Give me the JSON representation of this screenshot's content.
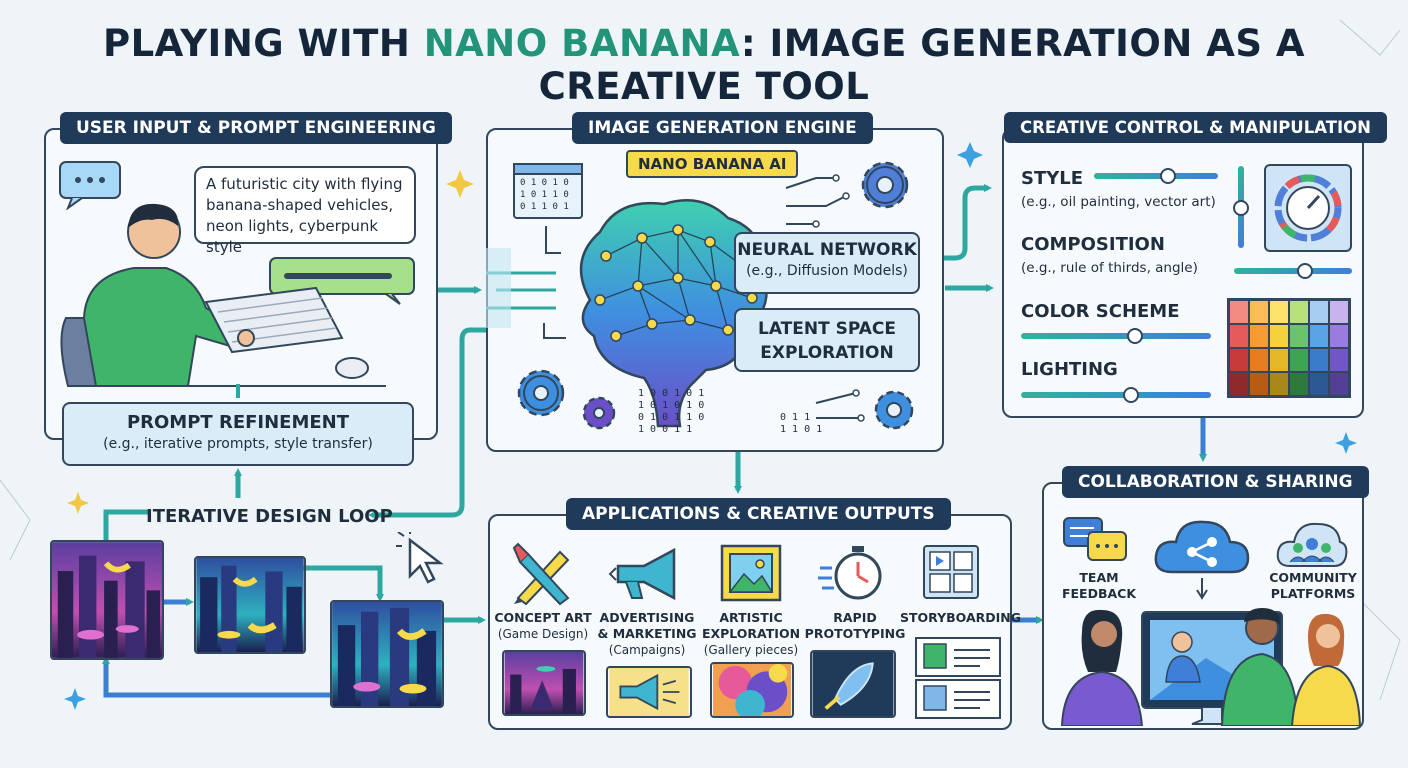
{
  "title": {
    "part1": "PLAYING WITH ",
    "highlight": "NANO BANANA",
    "part2": ": IMAGE GENERATION AS A CREATIVE TOOL"
  },
  "colors": {
    "navy": "#203a5a",
    "accent_green": "#23937a",
    "arrow_teal": "#2fa7a0",
    "arrow_blue": "#3c7fd0",
    "yellow": "#f7d94c"
  },
  "user_input": {
    "title": "USER INPUT & PROMPT ENGINEERING",
    "prompt_line1": "A futuristic city with flying",
    "prompt_line2": "banana-shaped vehicles,",
    "prompt_line3": "neon lights, cyberpunk style",
    "refinement_title": "PROMPT REFINEMENT",
    "refinement_sub": "(e.g., iterative prompts, style transfer)",
    "icons": [
      "chat-bubble-icon",
      "sparkle-icon",
      "person-typing-icon",
      "keyboard-icon",
      "mouse-icon"
    ]
  },
  "engine": {
    "title": "IMAGE GENERATION ENGINE",
    "badge": "NANO BANANA AI",
    "neural_title": "NEURAL NETWORK",
    "neural_sub": "(e.g., Diffusion Models)",
    "latent_line1": "LATENT SPACE",
    "latent_line2": "EXPLORATION",
    "binary_top": [
      "0 1 0 1 0",
      "1 0 1 1 0",
      "0 1 1 0 1"
    ],
    "binary_mid": [
      "1 0 0 1 0 1",
      "1 0 1 0 1 0",
      "0 1 0 1 1 0",
      "1 0 0 1 1"
    ],
    "binary_right": [
      "0 1 1",
      "1 1 0 1"
    ],
    "icons": [
      "brain-icon",
      "gear-icon",
      "binary-window-icon"
    ]
  },
  "creative": {
    "title": "CREATIVE CONTROL & MANIPULATION",
    "style_title": "STYLE",
    "style_sub": "(e.g., oil painting, vector art)",
    "composition_title": "COMPOSITION",
    "composition_sub": "(e.g., rule of thirds, angle)",
    "color_title": "COLOR SCHEME",
    "lighting_title": "LIGHTING",
    "style_level": 0.6,
    "composition_level": 0.6,
    "color_level": 0.6,
    "lighting_level": 0.58,
    "palette": [
      [
        "#f28b82",
        "#fbbc58",
        "#fde26a",
        "#b7df7a",
        "#a8cdf3",
        "#c9b3ee"
      ],
      [
        "#e75a5a",
        "#f59b34",
        "#f5d13b",
        "#6cc46a",
        "#5aa3e5",
        "#9a7ce0"
      ],
      [
        "#c73a3a",
        "#e57c1f",
        "#e3b725",
        "#3fa44f",
        "#3a7cc9",
        "#7356c6"
      ],
      [
        "#8e2a2a",
        "#b65c15",
        "#a98719",
        "#2e7a3b",
        "#2a5996",
        "#533f94"
      ]
    ],
    "icons": [
      "dial-icon",
      "vertical-slider-icon"
    ]
  },
  "loop": {
    "title": "ITERATIVE DESIGN LOOP",
    "icons": [
      "cursor-icon",
      "sparkle-icon"
    ]
  },
  "applications": {
    "title": "APPLICATIONS & CREATIVE OUTPUTS",
    "items": [
      {
        "title": "CONCEPT ART",
        "sub": "(Game Design)",
        "icon": "pencil-brush-icon"
      },
      {
        "title": "ADVERTISING",
        "title2": "& MARKETING",
        "sub": "(Campaigns)",
        "icon": "megaphone-icon"
      },
      {
        "title": "ARTISTIC",
        "title2": "EXPLORATION",
        "sub": "(Gallery pieces)",
        "icon": "picture-frame-icon"
      },
      {
        "title": "RAPID",
        "title2": "PROTOTYPING",
        "sub": "",
        "icon": "stopwatch-icon"
      },
      {
        "title": "STORYBOARDING",
        "sub": "",
        "icon": "storyboard-icon"
      }
    ]
  },
  "collab": {
    "title": "COLLABORATION & SHARING",
    "team_line1": "TEAM",
    "team_line2": "FEEDBACK",
    "community_line1": "COMMUNITY",
    "community_line2": "PLATFORMS",
    "icons": [
      "chat-icon",
      "cloud-share-icon",
      "community-icon",
      "people-icon",
      "monitor-icon"
    ]
  }
}
